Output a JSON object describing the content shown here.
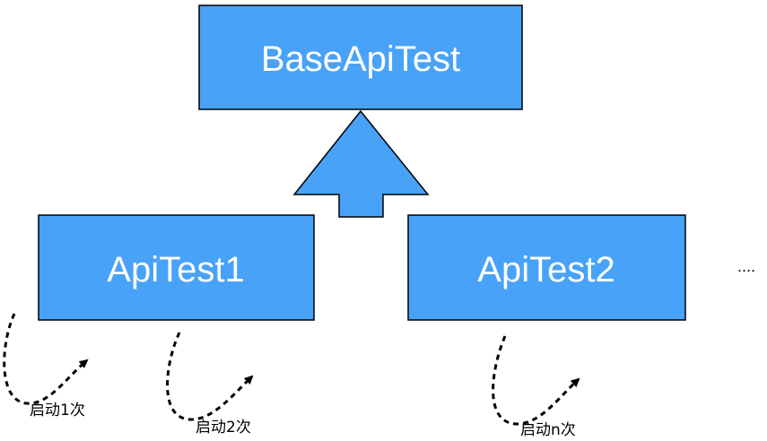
{
  "colors": {
    "box_fill": "#48a2f7",
    "box_stroke": "#000000",
    "text": "#ffffff",
    "curve": "#000000"
  },
  "diagram": {
    "base_class": "BaseApiTest",
    "subclasses": [
      "ApiTest1",
      "ApiTest2"
    ],
    "more": "....",
    "launch_notes": [
      "启动1次",
      "启动2次",
      "启动n次"
    ]
  }
}
